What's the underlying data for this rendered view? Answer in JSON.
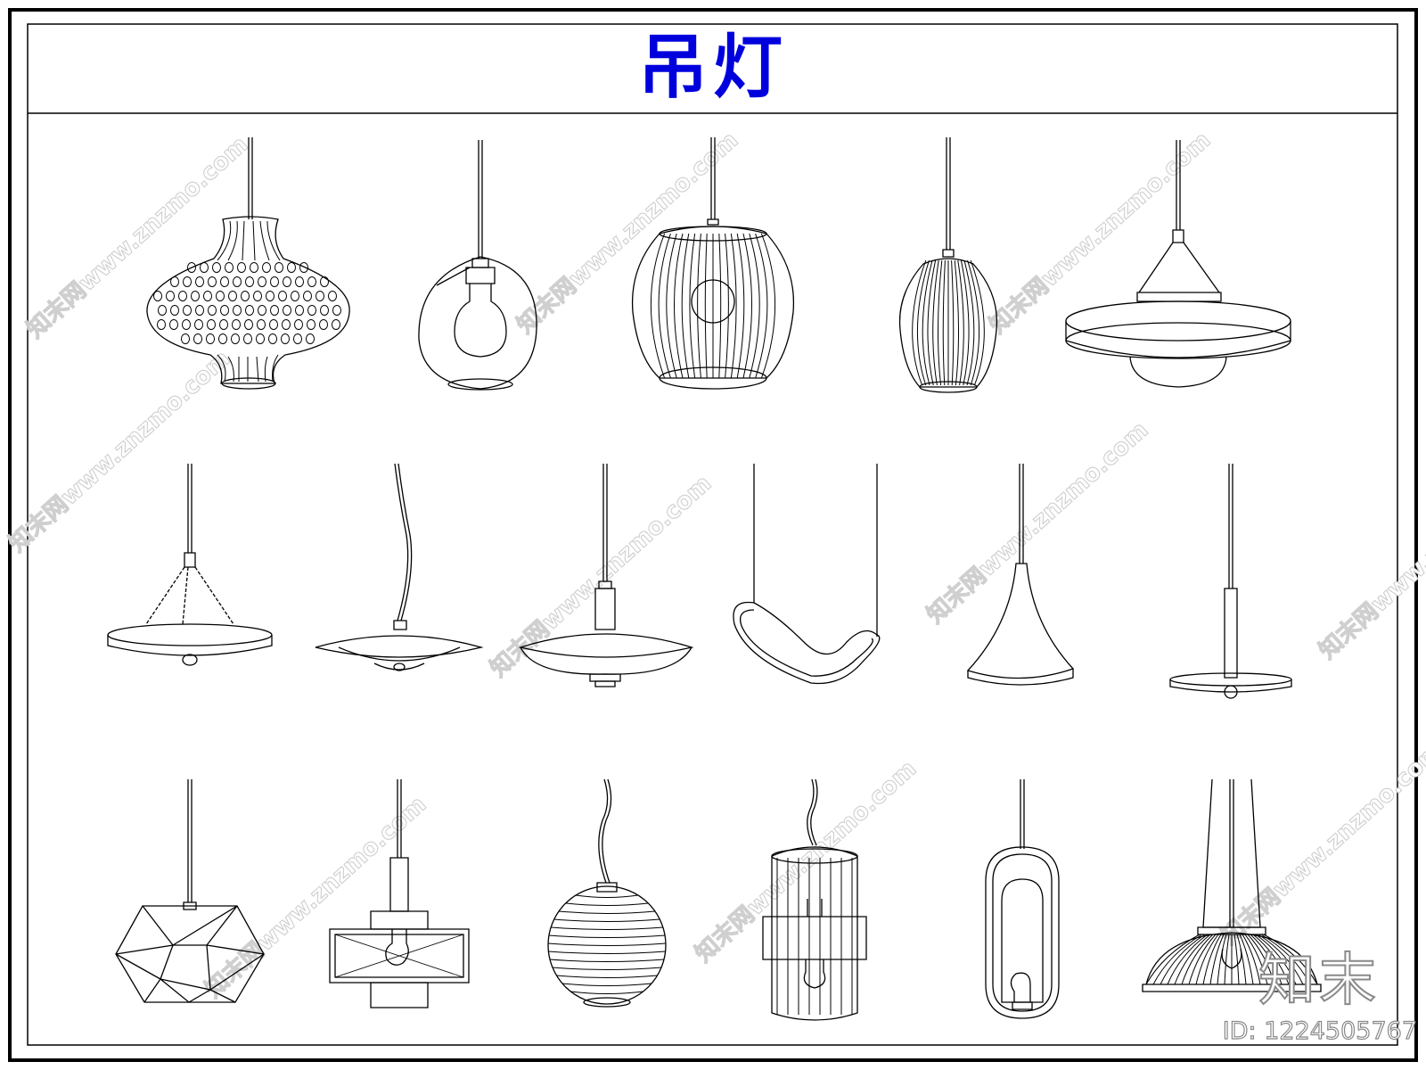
{
  "title": "吊灯",
  "brand": "知末",
  "image_id": "ID: 1224505767",
  "watermark": "知末网www.znzmo.com",
  "icons": [
    "pendant-lamp-perforated-gourd-icon",
    "pendant-lamp-glass-drop-icon",
    "pendant-lamp-ribbed-barrel-icon",
    "pendant-lamp-ribbed-oval-icon",
    "pendant-lamp-flat-disc-cone-icon",
    "pendant-lamp-tripod-disc-icon",
    "pendant-lamp-twisted-cord-disc-icon",
    "pendant-lamp-saucer-icon",
    "pendant-lamp-ribbon-loop-icon",
    "pendant-lamp-trumpet-icon",
    "pendant-lamp-small-disc-icon",
    "pendant-lamp-faceted-polygon-icon",
    "pendant-lamp-stacked-box-icon",
    "pendant-lamp-ringed-sphere-icon",
    "pendant-lamp-cage-cylinder-icon",
    "pendant-lamp-oval-ring-icon",
    "pendant-lamp-ribbed-dome-icon"
  ]
}
